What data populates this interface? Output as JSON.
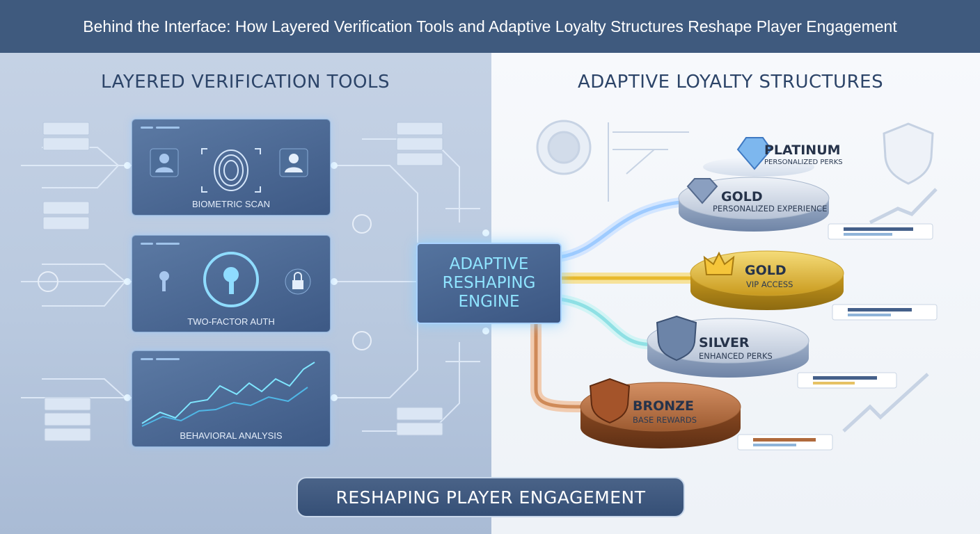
{
  "header": {
    "title": "Behind the Interface: How Layered Verification Tools and Adaptive Loyalty Structures Reshape Player Engagement"
  },
  "left": {
    "title": "LAYERED VERIFICATION TOOLS",
    "cards": [
      {
        "label": "BIOMETRIC SCAN",
        "icons": [
          "user-icon",
          "fingerprint-icon",
          "user-icon"
        ]
      },
      {
        "label": "TWO-FACTOR AUTH",
        "icons": [
          "key-icon",
          "key-circle-icon",
          "lock-icon"
        ]
      },
      {
        "label": "BEHAVIORAL ANALYSIS",
        "icons": [
          "line-graph-icon"
        ]
      }
    ]
  },
  "engine": {
    "line1": "ADAPTIVE",
    "line2": "RESHAPING",
    "line3": "ENGINE"
  },
  "right": {
    "title": "ADAPTIVE LOYALTY STRUCTURES",
    "tiers": [
      {
        "name": "PLATINUM",
        "desc": "PERSONALIZED PERKS",
        "icon": "diamond-icon"
      },
      {
        "name": "GOLD",
        "desc": "PERSONALIZED EXPERIENCE",
        "icon": "diamond-icon"
      },
      {
        "name": "GOLD",
        "desc": "VIP ACCESS",
        "icon": "crown-icon"
      },
      {
        "name": "SILVER",
        "desc": "ENHANCED PERKS",
        "icon": "shield-icon"
      },
      {
        "name": "BRONZE",
        "desc": "BASE REWARDS",
        "icon": "shield-icon"
      }
    ]
  },
  "footer": {
    "banner": "RESHAPING PLAYER ENGAGEMENT"
  },
  "colors": {
    "header": "#3f5a7e",
    "engine_text": "#8fe4ff",
    "gold": "#e1b734",
    "silver": "#c9d3e2",
    "bronze": "#b06a3c",
    "platinum": "#c3d4ea"
  }
}
